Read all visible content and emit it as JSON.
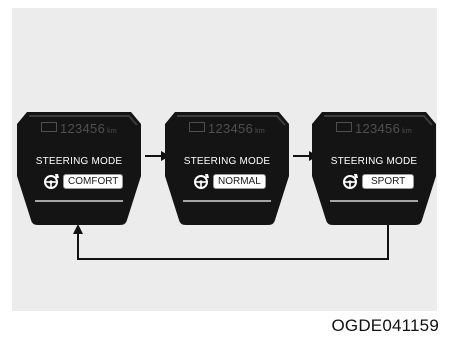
{
  "displays": [
    {
      "odometer": "123456",
      "unit": "km",
      "heading": "STEERING MODE",
      "mode": "COMFORT"
    },
    {
      "odometer": "123456",
      "unit": "km",
      "heading": "STEERING MODE",
      "mode": "NORMAL"
    },
    {
      "odometer": "123456",
      "unit": "km",
      "heading": "STEERING MODE",
      "mode": "SPORT"
    }
  ],
  "icons": [
    "steering-wheel-icon",
    "arrow-right-icon",
    "arrow-up-icon"
  ],
  "colors": {
    "background": "#ececec",
    "display": "#141414",
    "text": "#ffffff",
    "arrow": "#111111"
  },
  "figure_code": "OGDE041159"
}
